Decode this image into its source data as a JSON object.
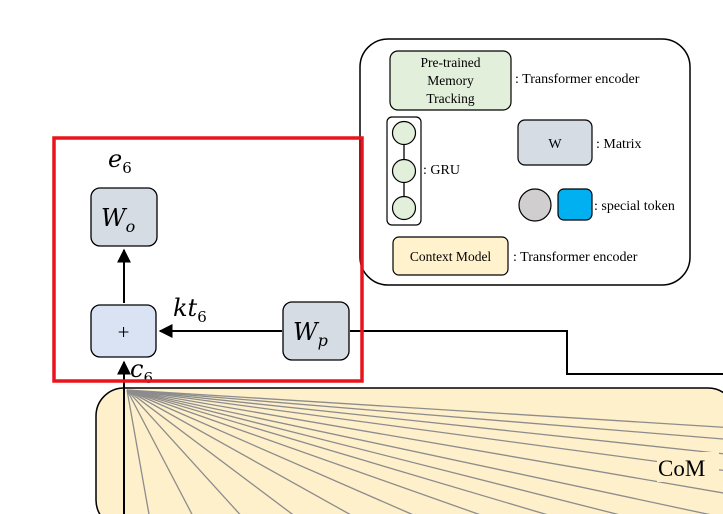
{
  "legend": {
    "pretrained_box": [
      "Pre-trained",
      "Memory",
      "Tracking"
    ],
    "pretrained_desc": ": Transformer encoder",
    "gru_desc": ": GRU",
    "matrix_box": "W",
    "matrix_desc": ": Matrix",
    "special_token_desc": ": special token",
    "context_box": "Context Model",
    "context_desc": ": Transformer encoder"
  },
  "nodes": {
    "wo_main": "W",
    "wo_sub": "o",
    "wp_main": "W",
    "wp_sub": "p",
    "plus": "+",
    "e6_main": "e",
    "e6_sub": "6",
    "kt6_main": "kt",
    "kt6_sub": "6",
    "c6_main": "c",
    "c6_sub": "6"
  },
  "com_label": "CoM",
  "colors": {
    "highlight_red": "#e8141b",
    "node_fill": "#d6dce4",
    "plus_fill": "#dae3f3",
    "pretrained_fill": "#e2efda",
    "context_fill": "#fff2cc",
    "com_fill": "#fff0cc",
    "gru_fill": "#e2efda",
    "token_gray": "#d0cece",
    "token_blue": "#00b0f0"
  }
}
